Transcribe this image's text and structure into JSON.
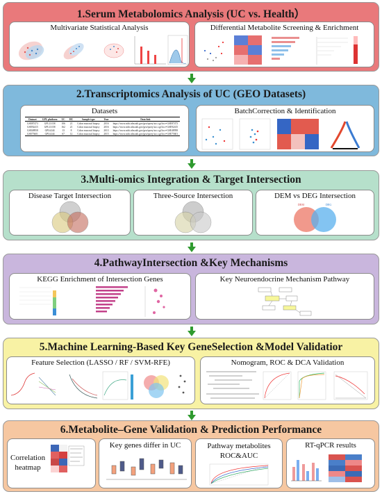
{
  "colors": {
    "s1_bg": "#e9797b",
    "s2_bg": "#7fb9dc",
    "s3_bg": "#b6e0cb",
    "s4_bg": "#c9b6dd",
    "s5_bg": "#f8f2a4",
    "s6_bg": "#f6c7a1",
    "arrow": "#2f9a2f",
    "blue": "#3f9bd1",
    "red": "#e06a5c"
  },
  "sections": [
    {
      "title": "1.Serum Metabolomics Analysis (UC vs. Health）",
      "panels": [
        "Multivariate Statistical Analysis",
        "Differential Metabolite Screening & Enrichment"
      ]
    },
    {
      "title": "2.Transcriptomics Analysis of UC (GEO Datasets)",
      "panels": [
        "Datasets",
        "BatchCorrection & Identification"
      ]
    },
    {
      "title": "3.Multi-omics Integration & Target Intersection",
      "panels": [
        "Disease Target Intersection",
        "Three-Source Intersection",
        "DEM vs DEG Intersection"
      ]
    },
    {
      "title": "4.PathwayIntersection &Key Mechanisms",
      "panels": [
        "KEGG Enrichment of Intersection Genes",
        "Key Neuroendocrine Mechanism Pathway"
      ]
    },
    {
      "title": "5.Machine Learning-Based Key GeneSelection &Model Validatior",
      "panels": [
        "Feature Selection (LASSO / RF / SVM-RFE)",
        "Nomogram, ROC & DCA Validation"
      ]
    },
    {
      "title": "6.Metabolite–Gene Validation & Prediction Performance",
      "panels": [
        "Correlation heatmap",
        "Key genes differ in UC",
        "Pathway metabolites ROC&AUC",
        "RT-qPCR results"
      ]
    }
  ],
  "datasets_table": {
    "headers": [
      "Dataset",
      "GPL platform",
      "UC",
      "HC",
      "Sample type",
      "Year",
      "Data link"
    ],
    "rows": [
      [
        "GSE87473",
        "GPL13158",
        "106",
        "21",
        "Colon mucosal biopsy",
        "2016",
        "https://www.ncbi.nlm.nih.gov/geo/query/acc.cgi?acc=GSE87473"
      ],
      [
        "GSE92415",
        "GPL13158",
        "162",
        "21",
        "Colon mucosal biopsy",
        "2016",
        "https://www.ncbi.nlm.nih.gov/geo/query/acc.cgi?acc=GSE92415"
      ],
      [
        "GSE48958",
        "GPL6244",
        "13",
        "8",
        "Colon mucosal biopsy",
        "2013",
        "https://www.ncbi.nlm.nih.gov/geo/query/acc.cgi?acc=GSE48958"
      ],
      [
        "GSE75601",
        "GPL6244",
        "67",
        "12",
        "Colon mucosal biopsy",
        "2015",
        "https://www.ncbi.nlm.nih.gov/geo/query/acc.cgi?acc=GSE75601"
      ]
    ]
  },
  "venn_labels": {
    "dem_left": "DEM",
    "deg_right": "DEG"
  }
}
